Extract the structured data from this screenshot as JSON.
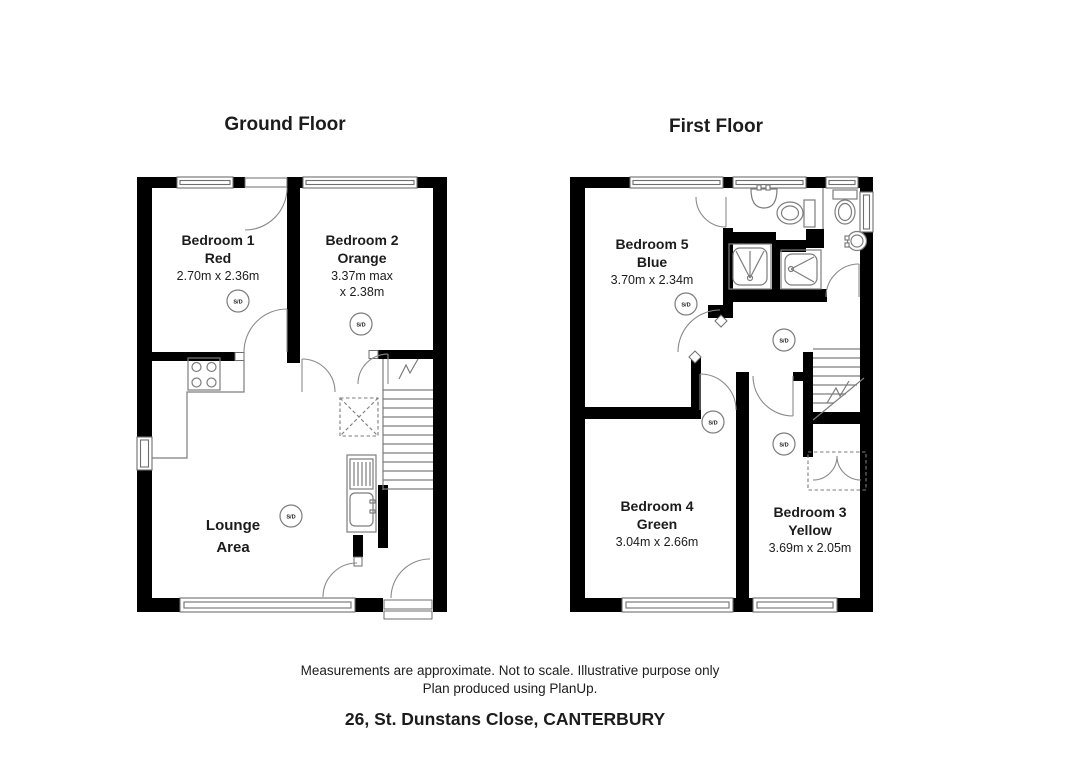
{
  "titles": {
    "ground_floor": "Ground Floor",
    "first_floor": "First Floor"
  },
  "labels": {
    "smoke_detector": "S/D"
  },
  "ground_floor": {
    "rooms": {
      "bedroom1": {
        "name": "Bedroom 1",
        "colour": "Red",
        "dims": "2.70m x 2.36m"
      },
      "bedroom2": {
        "name": "Bedroom 2",
        "colour": "Orange",
        "dims_line1": "3.37m max",
        "dims_line2": "x 2.38m"
      },
      "lounge": {
        "name_line1": "Lounge",
        "name_line2": "Area"
      }
    }
  },
  "first_floor": {
    "rooms": {
      "bedroom5": {
        "name": "Bedroom 5",
        "colour": "Blue",
        "dims": "3.70m x 2.34m"
      },
      "bedroom4": {
        "name": "Bedroom 4",
        "colour": "Green",
        "dims": "3.04m x 2.66m"
      },
      "bedroom3": {
        "name": "Bedroom 3",
        "colour": "Yellow",
        "dims": "3.69m x 2.05m"
      }
    }
  },
  "footer": {
    "disclaimer_line1": "Measurements are approximate. Not to scale. Illustrative purpose only",
    "disclaimer_line2": "Plan produced using PlanUp.",
    "address": "26, St. Dunstans Close, CANTERBURY"
  },
  "colors": {
    "wall": "#000000",
    "line": "#7d7d7d",
    "text": "#1c1c1c",
    "background": "#ffffff"
  }
}
